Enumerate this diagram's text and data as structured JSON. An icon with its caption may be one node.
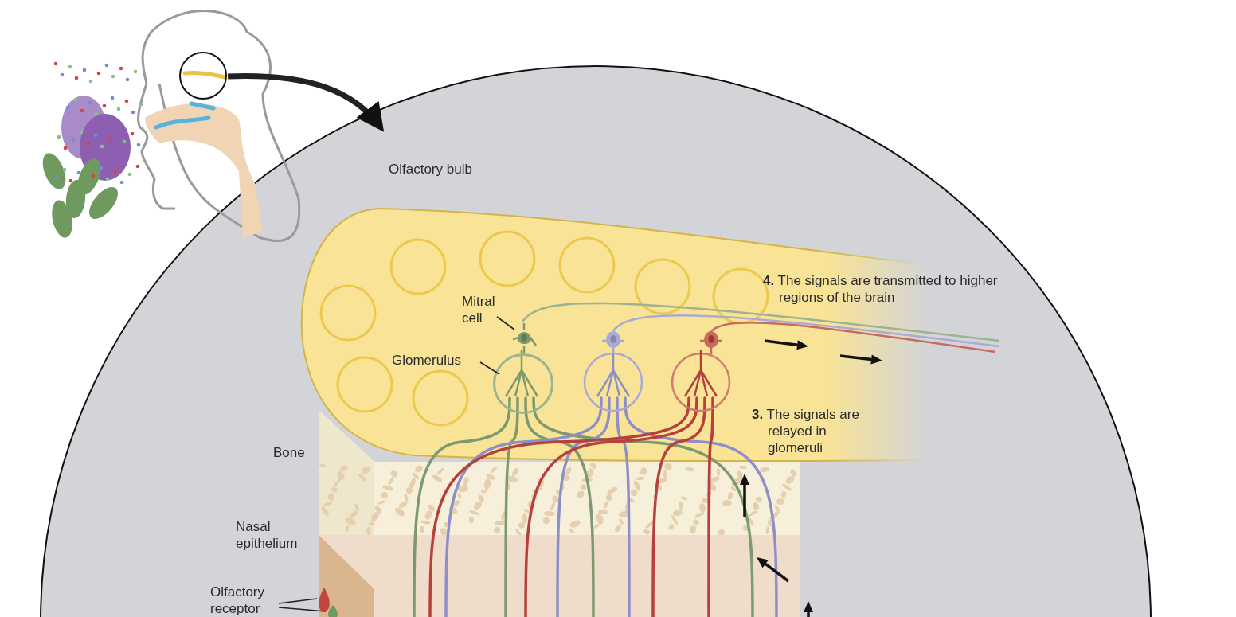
{
  "diagram": {
    "nodes": [
      {
        "text": [],
        "shape": "circle"
      },
      {
        "text": [],
        "shape": "circle"
      },
      {
        "text": [
          "Mitral cell"
        ],
        "in": 1
      },
      {
        "text": [],
        "shape": "picture",
        "in": 1
      },
      {
        "text": [
          "Glomerulus"
        ],
        "in": 1
      },
      {
        "text": [],
        "shape": "circle",
        "in": 1
      },
      {
        "text": [
          "Olfactory receptor"
        ],
        "in": 1
      },
      {
        "text": [],
        "shape": "picture",
        "in": 1
      },
      {
        "text": [],
        "shape": "picture",
        "in": 1
      }
    ],
    "edges": [
      {
        "from": 0,
        "to": 1,
        "arrow": "to",
        "style": "thick"
      },
      {
        "from": 2,
        "to": 3,
        "arrow": "none"
      },
      {
        "from": 4,
        "to": 5,
        "arrow": "none"
      },
      {
        "from": 6,
        "to": 7,
        "arrow": "none"
      },
      {
        "from": 6,
        "to": 8,
        "arrow": "none"
      }
    ],
    "labels": [
      "Olfactory bulb",
      "Bone",
      "Nasal epithelium",
      "**4.** The signals are transmitted to higher regions of the brain",
      "**3.** The signals are relayed in glomeruli"
    ]
  }
}
